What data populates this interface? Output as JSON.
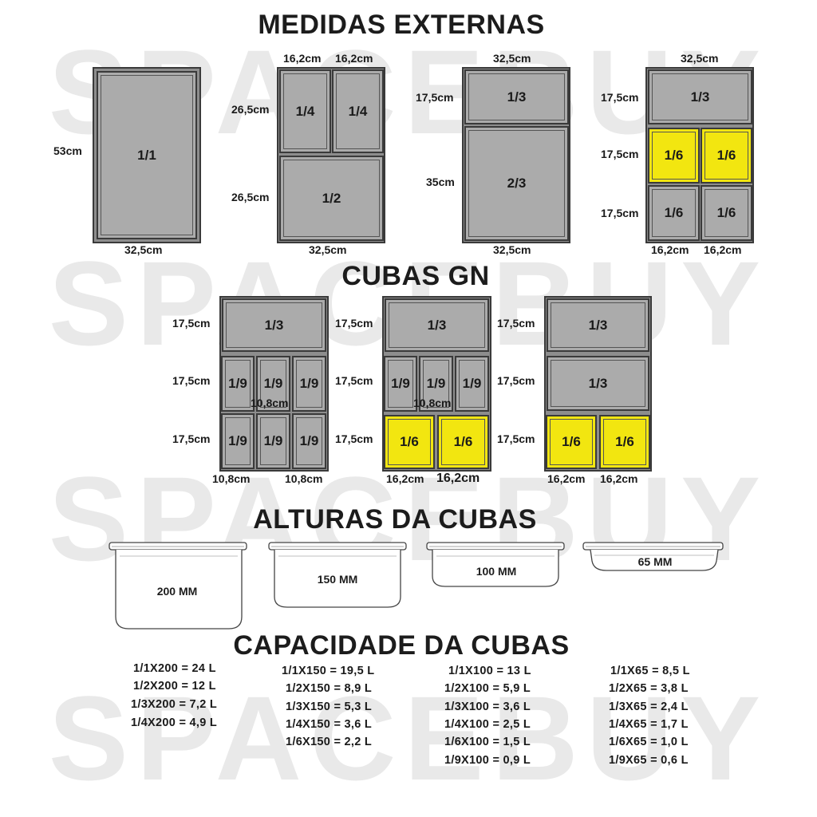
{
  "watermark": "SPACEBUY",
  "titles": {
    "medidas": "MEDIDAS EXTERNAS",
    "cubas": "CUBAS GN",
    "alturas": "ALTURAS DA CUBAS",
    "capacidade": "CAPACIDADE DA CUBAS"
  },
  "fractions": {
    "f1_1": "1/1",
    "f1_2": "1/2",
    "f1_3": "1/3",
    "f2_3": "2/3",
    "f1_4": "1/4",
    "f1_6": "1/6",
    "f1_9": "1/9"
  },
  "dimensions": {
    "d53": "53cm",
    "d35": "35cm",
    "d32_5": "32,5cm",
    "d26_5": "26,5cm",
    "d17_5": "17,5cm",
    "d16_2": "16,2cm",
    "d10_8": "10,8cm"
  },
  "colors": {
    "highlight": "#f2e610",
    "pan": "#ababab",
    "frame": "#8d8d8d"
  },
  "heights": [
    "200 MM",
    "150 MM",
    "100 MM",
    "65 MM"
  ],
  "capacities": {
    "col1": [
      "1/1X200 = 24 L",
      "1/2X200 = 12 L",
      "1/3X200 = 7,2 L",
      "1/4X200 = 4,9 L"
    ],
    "col2": [
      "1/1X150 = 19,5 L",
      "1/2X150 = 8,9 L",
      "1/3X150 = 5,3 L",
      "1/4X150 = 3,6 L",
      "1/6X150 = 2,2 L"
    ],
    "col3": [
      "1/1X100 = 13 L",
      "1/2X100 = 5,9 L",
      "1/3X100 = 3,6 L",
      "1/4X100 = 2,5 L",
      "1/6X100 = 1,5 L",
      "1/9X100 = 0,9 L"
    ],
    "col4": [
      "1/1X65 = 8,5 L",
      "1/2X65 = 3,8 L",
      "1/3X65 = 2,4 L",
      "1/4X65 = 1,7 L",
      "1/6X65 = 1,0 L",
      "1/9X65 = 0,6 L"
    ]
  }
}
